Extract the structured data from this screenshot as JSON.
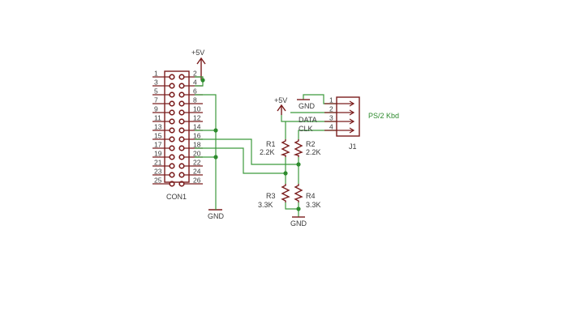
{
  "con1": {
    "name": "CON1",
    "left_pins": [
      "1",
      "3",
      "5",
      "7",
      "9",
      "11",
      "13",
      "15",
      "17",
      "19",
      "21",
      "23",
      "25"
    ],
    "right_pins": [
      "2",
      "4",
      "6",
      "8",
      "10",
      "12",
      "14",
      "16",
      "18",
      "20",
      "22",
      "24",
      "26"
    ]
  },
  "j1": {
    "name": "J1",
    "title": "PS/2 Kbd",
    "pins": [
      "1",
      "2",
      "3",
      "4"
    ],
    "signals": [
      "GND",
      "DATA",
      "CLK"
    ]
  },
  "power": {
    "vcc": "+5V",
    "gnd": "GND"
  },
  "resistors": [
    {
      "name": "R1",
      "value": "2.2K"
    },
    {
      "name": "R2",
      "value": "2.2K"
    },
    {
      "name": "R3",
      "value": "3.3K"
    },
    {
      "name": "R4",
      "value": "3.3K"
    }
  ],
  "colors": {
    "component": "#7b1d1d",
    "wire": "#3c9a3c",
    "text": "#3a3a3a",
    "net_label": "#2e8b2e"
  }
}
